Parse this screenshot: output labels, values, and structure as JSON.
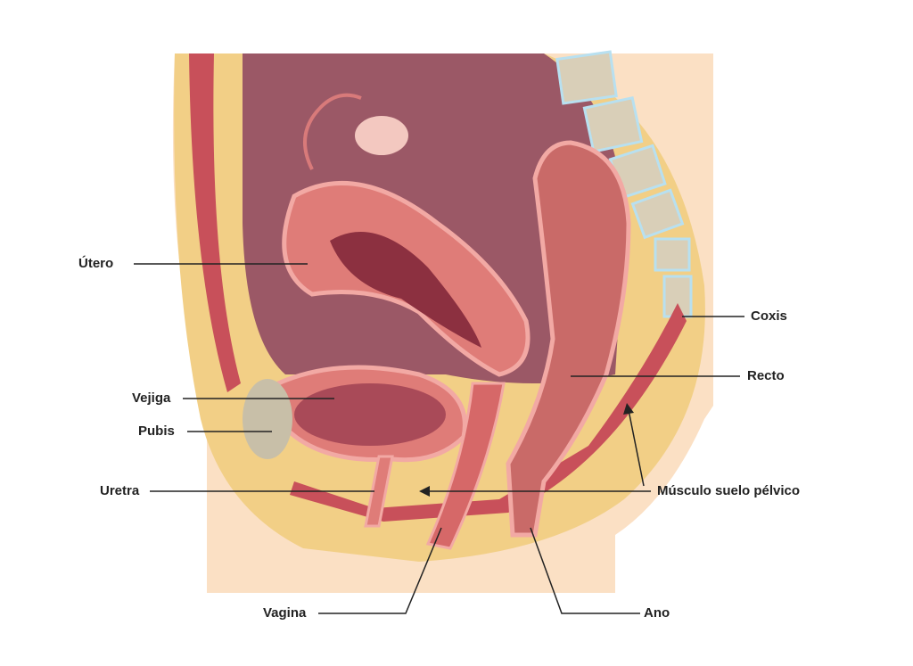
{
  "labels": {
    "utero": "Útero",
    "vejiga": "Vejiga",
    "pubis": "Pubis",
    "uretra": "Uretra",
    "vagina": "Vagina",
    "ano": "Ano",
    "musculo": "Músculo suelo pélvico",
    "recto": "Recto",
    "coxis": "Coxis"
  },
  "colors": {
    "skin": "#fbe0c4",
    "fat": "#f2cf86",
    "muscle": "#c8505a",
    "cavity": "#9b5866",
    "organ": "#df7c78",
    "organ_light": "#f2a9a4",
    "bone": "#d9cfb8",
    "line": "#222222"
  }
}
